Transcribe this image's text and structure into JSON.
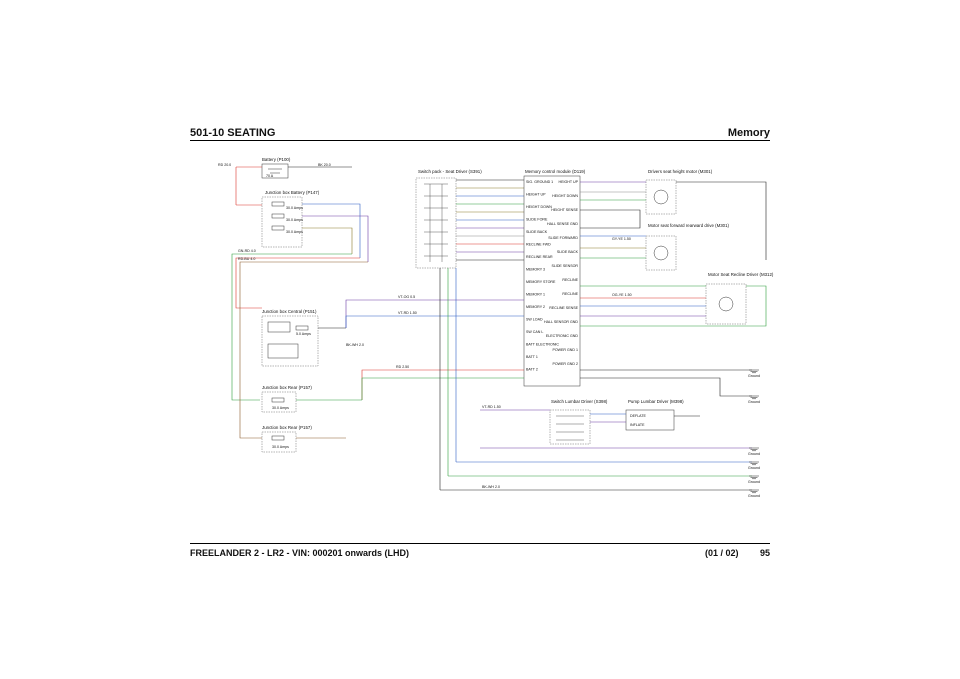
{
  "header": {
    "title": "501-10 SEATING",
    "section": "Memory"
  },
  "footer": {
    "vehicle": "FREELANDER 2 - LR2 - VIN: 000201 onwards  (LHD)",
    "date": "(01 / 02)",
    "page": "95"
  },
  "components": {
    "battery": "Battery (P100)",
    "jb_battery": "Junction box Battery (P147)",
    "jb_central": "Junction box Central (P151)",
    "jb_rear_1": "Junction box Rear (P157)",
    "jb_rear_2": "Junction box Rear (P157)",
    "switch_pack": "Switch pack - Seat Driver (S391)",
    "memory_module": "Memory control module (D119)",
    "height_motor": "Drivers seat height motor (M301)",
    "fwd_motor": "Motor seat forward rearward drive (M301)",
    "recline_motor": "Motor Seat Recline Driver (M312)",
    "lumbar_switch": "Switch Lumbar Driver (S398)",
    "pump_lumbar": "Pump Lumbar Driver (M398)"
  },
  "fuses": {
    "f1": "70 A",
    "f2": "30.0 Amps",
    "f3": "30.0 Amps",
    "f4": "30.0 Amps",
    "f5": "5.0 Amps",
    "f6": "30.0 Amps",
    "f7": "30.0 Amps"
  },
  "memory_pins": {
    "left": [
      "SIG. GROUND 1",
      "HEIGHT UP",
      "HEIGHT DOWN",
      "SLIDE FORE",
      "SLIDE BACK",
      "RECLINE FWD",
      "RECLINE REAR",
      "MEMORY 3",
      "MEMORY STORE",
      "MEMORY 1",
      "MEMORY 2",
      "SW LOAD",
      "SW CAN L",
      "BATT ELECTRONIC",
      "BATT 1",
      "BATT 2"
    ],
    "right": [
      "HEIGHT UP",
      "HEIGHT DOWN",
      "HEIGHT SENSE",
      "HALL SENSE GND",
      "SLIDE FORWARD",
      "SLIDE BACK",
      "SLIDE SENSOR",
      "RECLINE",
      "RECLINE",
      "RECLINE SENSE",
      "HALL SENSOR GND",
      "ELECTRONIC GND",
      "POWER GND 1",
      "POWER GND 2"
    ]
  },
  "pump_pins": [
    "DEFLATE",
    "INFLATE"
  ],
  "wire_labels": {
    "w1": "RD 20.0",
    "w2": "BK 20.0",
    "w3": "RD-BU 4.0",
    "w4": "GN-RD 4.0",
    "w5": "VT-OG 0.5",
    "w6": "VT-RD 1.50",
    "w7": "BK-WH 2.0",
    "w8": "RD 2.50",
    "w9": "VT-RD 1.50",
    "w10": "BK-WH 2.0",
    "w11": "GY-YE 1.50",
    "w12": "OG-YE 1.50"
  },
  "ground_labels": [
    "Ground",
    "Ground",
    "Ground",
    "Ground",
    "Ground",
    "Ground"
  ],
  "colors": {
    "red": "#d9342b",
    "green": "#2e9e3a",
    "blue": "#2f5fc4",
    "purple": "#6a3aa6",
    "olive": "#8a7a2a",
    "brown": "#8b5a2b",
    "grey": "#8a8a8a",
    "black": "#222222"
  }
}
